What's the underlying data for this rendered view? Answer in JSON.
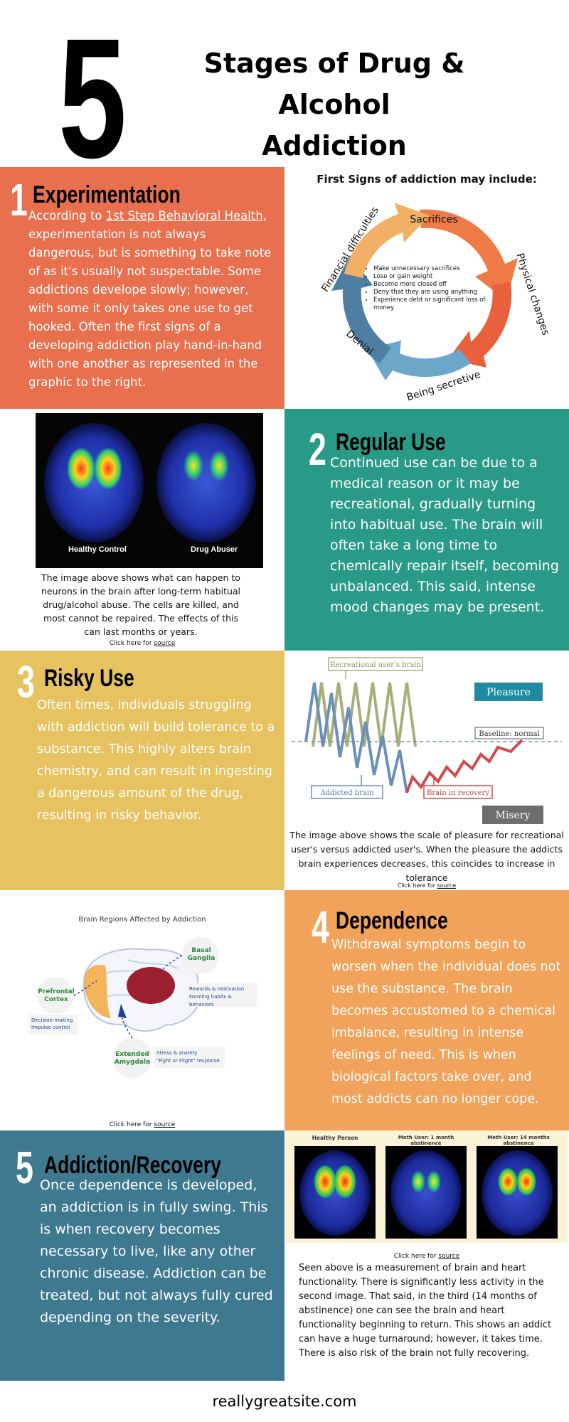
{
  "header": {
    "number": "5",
    "title_line1": "Stages of Drug & Alcohol",
    "title_line2": "Addiction"
  },
  "stage1": {
    "number": "1",
    "title": "Experimentation",
    "text_pre": "According to ",
    "link": "1st Step Behavioral Health",
    "text_post": ", experimentation is not always dangerous, but is something to take note of as it's usually not suspectable. Some addictions develope slowly; however, with some it only takes one use to get hooked. Often the first signs of a developing addiction play hand-in-hand with one another as represented in the graphic to the right."
  },
  "cycle": {
    "heading": "First Signs of addiction may include:",
    "segments": [
      "Sacrifices",
      "Physical changes",
      "Being secretive",
      "Denial",
      "Financial difficulties"
    ],
    "bullets": [
      "Make unnecessary sacrifices",
      "Lose or gain weight",
      "Become more closed off",
      "Deny that they are using anything",
      "Experience debt or significant loss of money"
    ]
  },
  "scan1": {
    "label_left": "Healthy Control",
    "label_right": "Drug Abuser",
    "caption": "The image above shows what can happen to neurons in the brain after long-term habitual drug/alcohol abuse. The cells are killed, and most cannot be repaired. The effects of this can last months or years.",
    "source_pre": "Click here for ",
    "source_link": "source"
  },
  "stage2": {
    "number": "2",
    "title": "Regular Use",
    "text": "Continued use can be due to a medical reason or it may be recreational, gradually turning into habitual use. The brain will often take a long time to chemically repair itself, becoming unbalanced. This said, intense mood changes may be present."
  },
  "stage3": {
    "number": "3",
    "title": "Risky Use",
    "text": "Often times, individuals struggling with addiction will build tolerance to a substance. This highly alters brain chemistry, and can result in ingesting a dangerous amount of the drug, resulting in risky behavior."
  },
  "pleasure_chart": {
    "recreational_label": "Recreational user's brain",
    "pleasure_label": "Pleasure",
    "baseline_label": "Baseline: normal",
    "addicted_label": "Addicted brain",
    "recovery_label": "Brain in recovery",
    "misery_label": "Misery",
    "caption": "The image above shows the scale of pleasure for recreational user's versus addicted user's. When the pleasure the addicts brain experiences decreases, this coincides to increase in tolerance",
    "source_pre": "Click here for ",
    "source_link": "source",
    "colors": {
      "recreational": "#a5b07a",
      "addicted": "#6b8fb8",
      "recovery": "#d24a4a",
      "pleasure_bg": "#1f8ba0",
      "misery_bg": "#6e6e6e"
    }
  },
  "brain_regions": {
    "heading": "Brain Regions Affected by Addiction",
    "prefrontal": "Prefrontal Cortex",
    "prefrontal_items": [
      "Decision-making",
      "Impulse control"
    ],
    "basal": "Basal Ganglia",
    "basal_items": [
      "Rewards & motivation",
      "Forming habits & behaviors"
    ],
    "amygdala": "Extended Amygdala",
    "amygdala_items": [
      "Stress & anxiety",
      "\"Fight or Flight\" response"
    ],
    "source_pre": "Click here for ",
    "source_link": "source"
  },
  "stage4": {
    "number": "4",
    "title": "Dependence",
    "text": "Withdrawal symptoms begin to worsen when the individual does not use the substance. The brain becomes accustomed to a chemical imbalance, resulting in intense feelings of need. This is when biological factors take over, and most addicts can no longer cope."
  },
  "stage5": {
    "number": "5",
    "title": "Addiction/Recovery",
    "text": "Once dependence is developed, an addiction is in fully swing. This is when recovery becomes necessary to live, like any other chronic disease. Addiction can be treated, but not always fully cured depending on the severity."
  },
  "scan2": {
    "labels": [
      "Healthy Person",
      "Meth User: 1 month abstinence",
      "Meth User: 14 months abstinence"
    ],
    "source_pre": "Click here for ",
    "source_link": "source",
    "caption": "Seen above is a measurement of brain and heart functionality. There is significantly less activity in the second image. That said, in the third (14 months of abstinence) one can see the brain and heart functionality beginning to return. This shows an addict can have a huge turnaround; however, it takes time. There is also risk of the brain not fully recovering."
  },
  "footer": {
    "site": "reallygreatsite.com"
  }
}
